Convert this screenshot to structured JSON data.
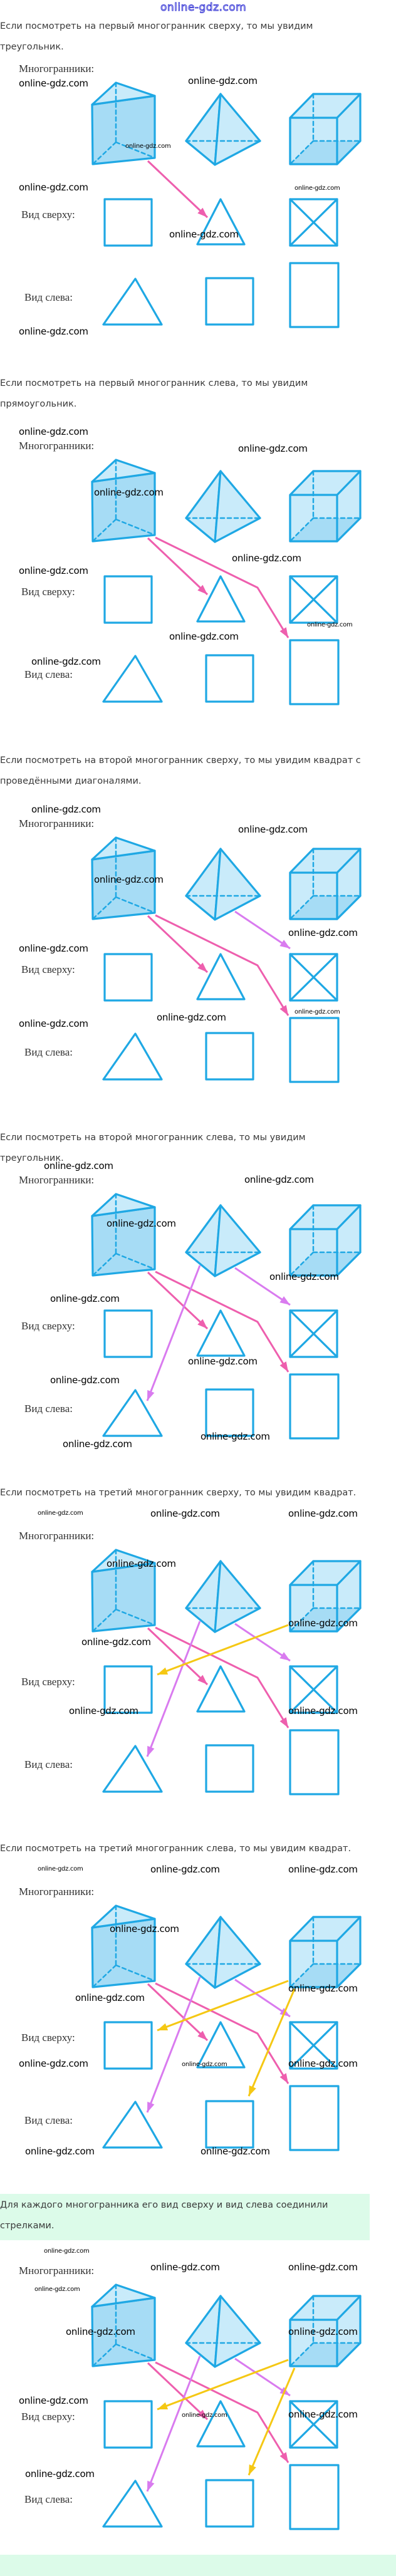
{
  "logo": "online-gdz.com",
  "watermark": "online-gdz.com",
  "labels": {
    "polyhedra": "Многогранники:",
    "top_view": "Вид сверху:",
    "left_view": "Вид слева:"
  },
  "paragraphs": [
    {
      "text": "Если посмотреть на первый многогранник сверху, то мы увидим треугольник.",
      "highlight": false
    },
    {
      "text": "Если посмотреть на первый многогранник слева, то мы увидим прямоугольник.",
      "highlight": false
    },
    {
      "text": "Если посмотреть на второй многогранник сверху, то мы увидим квадрат с проведёнными диагоналями.",
      "highlight": false
    },
    {
      "text": "Если посмотреть на второй многогранник слева, то мы увидим треугольник.",
      "highlight": false
    },
    {
      "text": "Если посмотреть на третий многогранник сверху, то мы увидим квадрат.",
      "highlight": false
    },
    {
      "text": "Если посмотреть на третий многогранник слева, то мы увидим квадрат.",
      "highlight": false
    },
    {
      "text": "Для каждого многогранника его вид сверху и вид слева соединили стрелками.",
      "highlight": true
    }
  ],
  "panels": [
    {
      "arrows": [
        "prism-top"
      ]
    },
    {
      "arrows": [
        "prism-top",
        "prism-left"
      ]
    },
    {
      "arrows": [
        "prism-top",
        "prism-left",
        "pyramid-top"
      ]
    },
    {
      "arrows": [
        "prism-top",
        "prism-left",
        "pyramid-top",
        "pyramid-left"
      ]
    },
    {
      "arrows": [
        "prism-top",
        "prism-left",
        "pyramid-top",
        "pyramid-left",
        "cube-top"
      ]
    },
    {
      "arrows": [
        "prism-top",
        "prism-left",
        "pyramid-top",
        "pyramid-left",
        "cube-top",
        "cube-left"
      ]
    },
    {
      "arrows": [
        "prism-top",
        "prism-left",
        "pyramid-top",
        "pyramid-left",
        "cube-top",
        "cube-left"
      ]
    }
  ],
  "colors": {
    "shape_stroke": "#1fa8e4",
    "shape_fill": "#a6dcf5",
    "shape_fill_light": "#c9ebfa",
    "arrow_prism": "#ee5fae",
    "arrow_pyramid": "#d97bef",
    "arrow_cube": "#f5c814",
    "highlight_bg": "#dcfbe9"
  }
}
